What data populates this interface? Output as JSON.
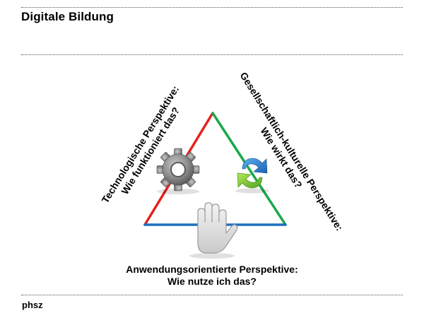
{
  "header": {
    "title": "Digitale Bildung"
  },
  "footer": {
    "brand": "phsz"
  },
  "diagram": {
    "left_perspective": {
      "line1": "Technologische Perspektive:",
      "line2": "Wie funktioniert das?",
      "color": "#e8211f",
      "icon": "gear-icon"
    },
    "right_perspective": {
      "line1": "Gesellschaftlich-kulturelle Perspektive:",
      "line2": "Wie wirkt das?",
      "color": "#1aa84b",
      "icon": "cycle-arrows-icon"
    },
    "bottom_perspective": {
      "line1": "Anwendungsorientierte Perspektive:",
      "line2": "Wie nutze ich das?",
      "color": "#1c6fc0",
      "icon": "hand-icon"
    }
  }
}
